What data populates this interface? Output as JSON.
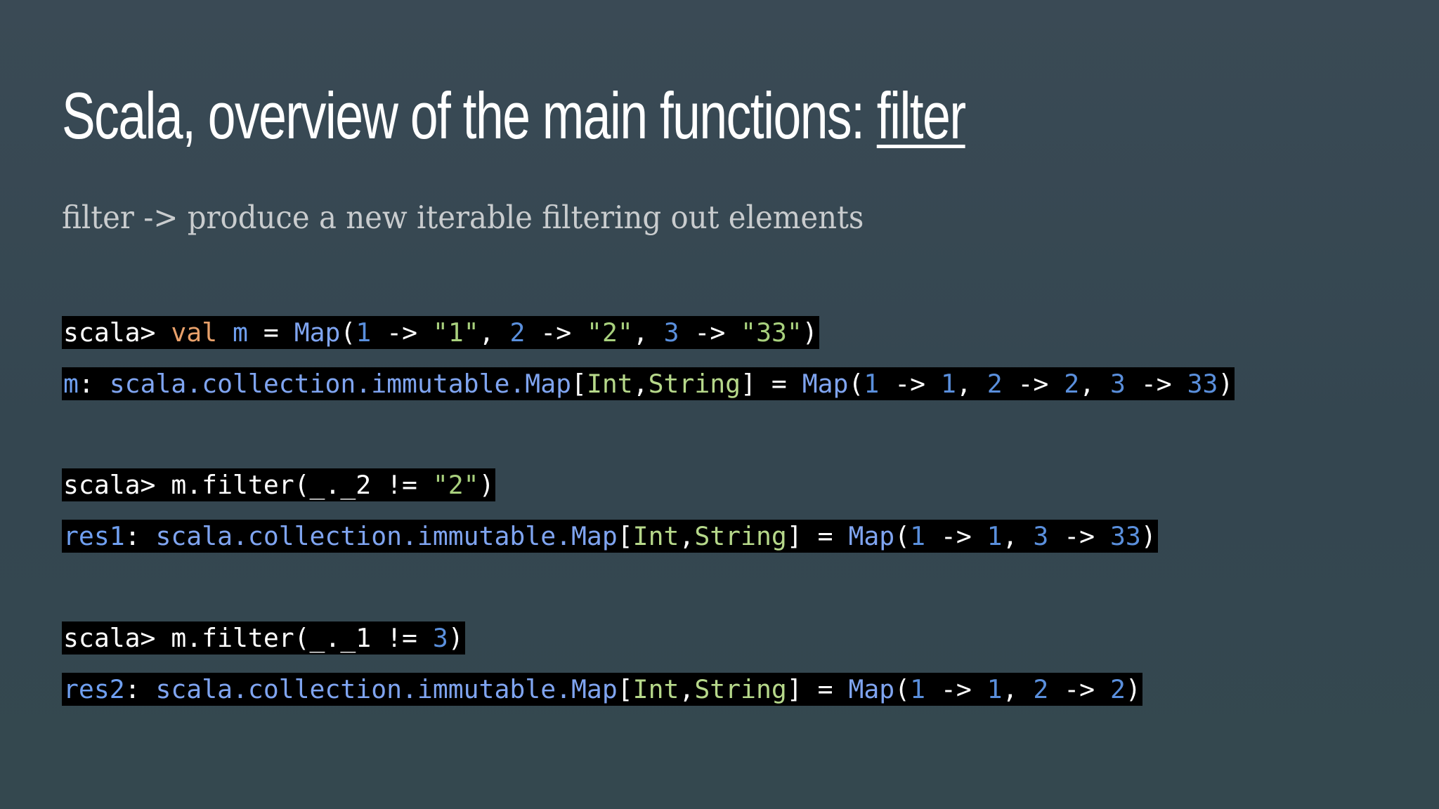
{
  "slide": {
    "title": {
      "prefix": "Scala, overview of the main functions: ",
      "emphasis": "filter"
    },
    "subtitle": "filter -> produce a new iterable filtering out elements"
  },
  "colors": {
    "background": "#35464f",
    "code_background": "#000000",
    "plain": "#ffffff",
    "keyword": "#e8a06a",
    "identifier": "#6f9ff0",
    "type": "#7fa4f0",
    "number": "#5a8fdc",
    "string": "#a8d07d",
    "type_param": "#b6d88a"
  },
  "code_lines": [
    {
      "id": "line-1",
      "tokens": [
        {
          "text": "scala> ",
          "kind": "plain"
        },
        {
          "text": "val",
          "kind": "keyword"
        },
        {
          "text": " ",
          "kind": "plain"
        },
        {
          "text": "m",
          "kind": "identifier"
        },
        {
          "text": " = ",
          "kind": "plain"
        },
        {
          "text": "Map",
          "kind": "type"
        },
        {
          "text": "(",
          "kind": "plain"
        },
        {
          "text": "1",
          "kind": "number"
        },
        {
          "text": " -> ",
          "kind": "plain"
        },
        {
          "text": "\"1\"",
          "kind": "string"
        },
        {
          "text": ", ",
          "kind": "plain"
        },
        {
          "text": "2",
          "kind": "number"
        },
        {
          "text": " -> ",
          "kind": "plain"
        },
        {
          "text": "\"2\"",
          "kind": "string"
        },
        {
          "text": ", ",
          "kind": "plain"
        },
        {
          "text": "3",
          "kind": "number"
        },
        {
          "text": " -> ",
          "kind": "plain"
        },
        {
          "text": "\"33\"",
          "kind": "string"
        },
        {
          "text": ")",
          "kind": "plain"
        }
      ]
    },
    {
      "id": "line-2",
      "tokens": [
        {
          "text": "m",
          "kind": "identifier"
        },
        {
          "text": ": ",
          "kind": "plain"
        },
        {
          "text": "scala.collection.immutable.Map",
          "kind": "type"
        },
        {
          "text": "[",
          "kind": "plain"
        },
        {
          "text": "Int",
          "kind": "type_param"
        },
        {
          "text": ",",
          "kind": "plain"
        },
        {
          "text": "String",
          "kind": "type_param"
        },
        {
          "text": "] = ",
          "kind": "plain"
        },
        {
          "text": "Map",
          "kind": "type"
        },
        {
          "text": "(",
          "kind": "plain"
        },
        {
          "text": "1",
          "kind": "number"
        },
        {
          "text": " -> ",
          "kind": "plain"
        },
        {
          "text": "1",
          "kind": "number"
        },
        {
          "text": ", ",
          "kind": "plain"
        },
        {
          "text": "2",
          "kind": "number"
        },
        {
          "text": " -> ",
          "kind": "plain"
        },
        {
          "text": "2",
          "kind": "number"
        },
        {
          "text": ", ",
          "kind": "plain"
        },
        {
          "text": "3",
          "kind": "number"
        },
        {
          "text": " -> ",
          "kind": "plain"
        },
        {
          "text": "33",
          "kind": "number"
        },
        {
          "text": ")",
          "kind": "plain"
        }
      ]
    },
    {
      "id": "line-3",
      "tokens": [
        {
          "text": "scala> m.filter(_._2 != ",
          "kind": "plain"
        },
        {
          "text": "\"2\"",
          "kind": "string"
        },
        {
          "text": ")",
          "kind": "plain"
        }
      ]
    },
    {
      "id": "line-4",
      "tokens": [
        {
          "text": "res1",
          "kind": "identifier"
        },
        {
          "text": ": ",
          "kind": "plain"
        },
        {
          "text": "scala.collection.immutable.Map",
          "kind": "type"
        },
        {
          "text": "[",
          "kind": "plain"
        },
        {
          "text": "Int",
          "kind": "type_param"
        },
        {
          "text": ",",
          "kind": "plain"
        },
        {
          "text": "String",
          "kind": "type_param"
        },
        {
          "text": "] = ",
          "kind": "plain"
        },
        {
          "text": "Map",
          "kind": "type"
        },
        {
          "text": "(",
          "kind": "plain"
        },
        {
          "text": "1",
          "kind": "number"
        },
        {
          "text": " -> ",
          "kind": "plain"
        },
        {
          "text": "1",
          "kind": "number"
        },
        {
          "text": ", ",
          "kind": "plain"
        },
        {
          "text": "3",
          "kind": "number"
        },
        {
          "text": " -> ",
          "kind": "plain"
        },
        {
          "text": "33",
          "kind": "number"
        },
        {
          "text": ")",
          "kind": "plain"
        }
      ]
    },
    {
      "id": "line-5",
      "tokens": [
        {
          "text": "scala> m.filter(_._1 != ",
          "kind": "plain"
        },
        {
          "text": "3",
          "kind": "number"
        },
        {
          "text": ")",
          "kind": "plain"
        }
      ]
    },
    {
      "id": "line-6",
      "tokens": [
        {
          "text": "res2",
          "kind": "identifier"
        },
        {
          "text": ": ",
          "kind": "plain"
        },
        {
          "text": "scala.collection.immutable.Map",
          "kind": "type"
        },
        {
          "text": "[",
          "kind": "plain"
        },
        {
          "text": "Int",
          "kind": "type_param"
        },
        {
          "text": ",",
          "kind": "plain"
        },
        {
          "text": "String",
          "kind": "type_param"
        },
        {
          "text": "] = ",
          "kind": "plain"
        },
        {
          "text": "Map",
          "kind": "type"
        },
        {
          "text": "(",
          "kind": "plain"
        },
        {
          "text": "1",
          "kind": "number"
        },
        {
          "text": " -> ",
          "kind": "plain"
        },
        {
          "text": "1",
          "kind": "number"
        },
        {
          "text": ", ",
          "kind": "plain"
        },
        {
          "text": "2",
          "kind": "number"
        },
        {
          "text": " -> ",
          "kind": "plain"
        },
        {
          "text": "2",
          "kind": "number"
        },
        {
          "text": ")",
          "kind": "plain"
        }
      ]
    }
  ]
}
